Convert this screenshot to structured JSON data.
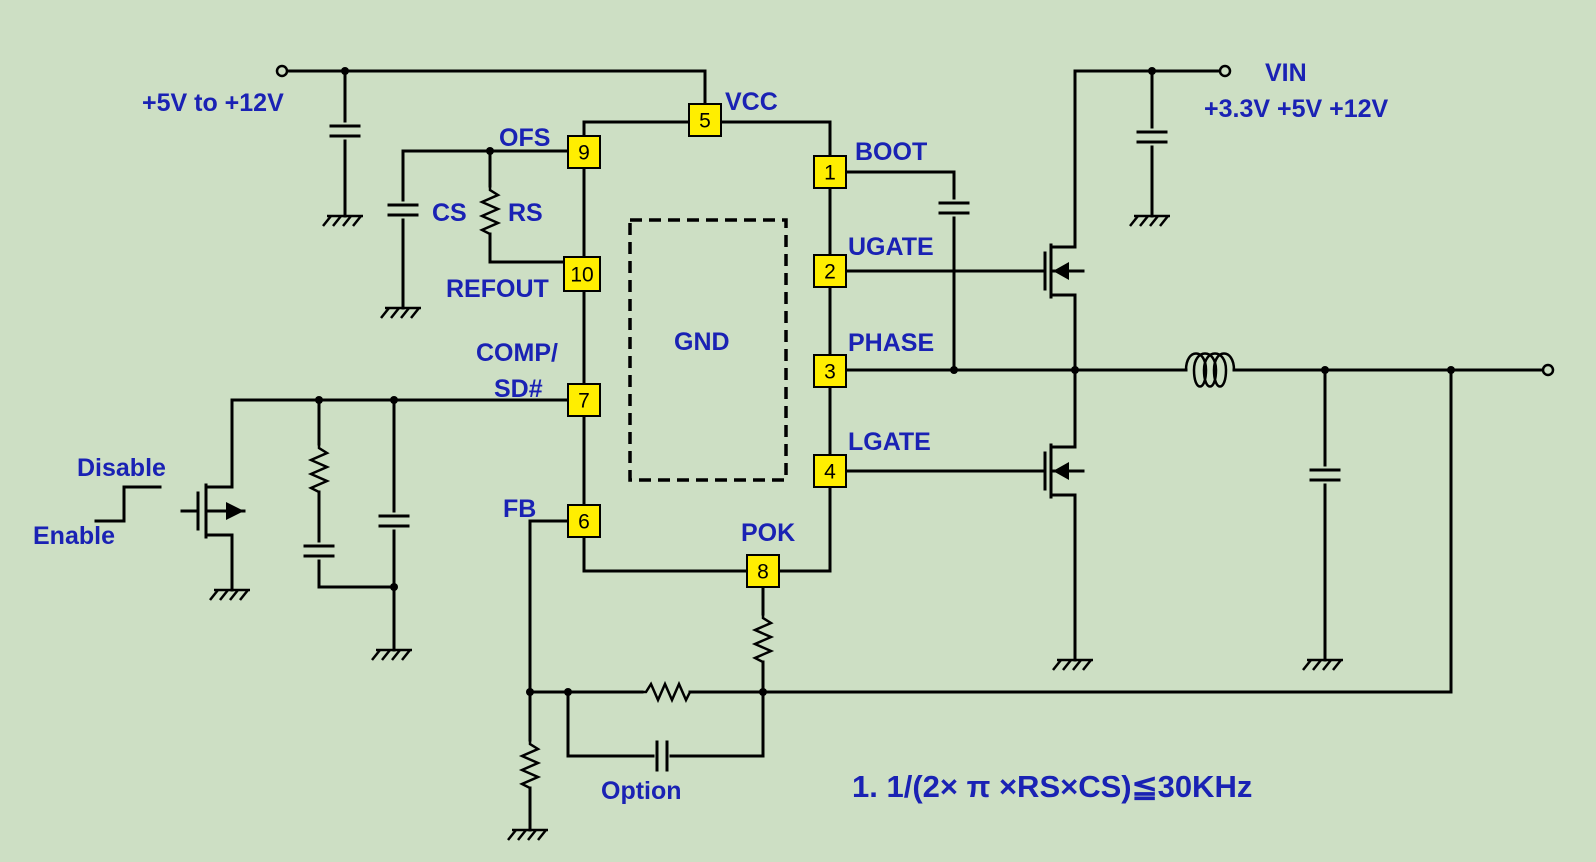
{
  "supply_left_label": "+5V to +12V",
  "supply_right": {
    "title": "VIN",
    "values": "+3.3V +5V +12V"
  },
  "pins": {
    "p1": "1",
    "p2": "2",
    "p3": "3",
    "p4": "4",
    "p5": "5",
    "p6": "6",
    "p7": "7",
    "p8": "8",
    "p9": "9",
    "p10": "10"
  },
  "pin_names": {
    "vcc": "VCC",
    "ofs": "OFS",
    "refout": "REFOUT",
    "comp_line1": "COMP/",
    "comp_line2": "SD#",
    "fb": "FB",
    "boot": "BOOT",
    "ugate": "UGATE",
    "phase": "PHASE",
    "lgate": "LGATE",
    "pok": "POK"
  },
  "component_labels": {
    "cs": "CS",
    "rs": "RS",
    "gnd": "GND",
    "option": "Option"
  },
  "control_labels": {
    "disable": "Disable",
    "enable": "Enable"
  },
  "footnote": "1. 1/(2× π ×RS×CS)≦30KHz",
  "colors": {
    "background": "#cddfc4",
    "label": "#1a22b4",
    "pin_fill": "#ffee00",
    "wire": "#000000"
  }
}
